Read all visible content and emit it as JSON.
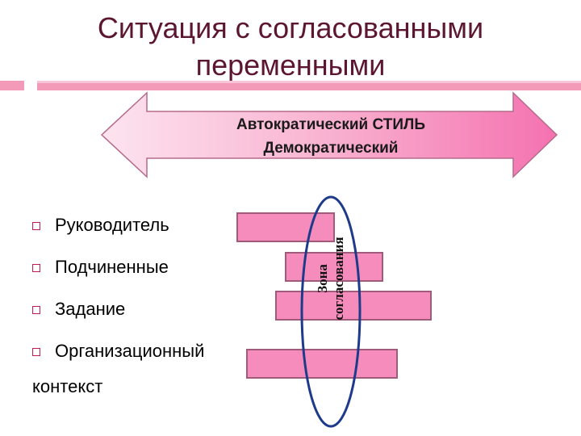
{
  "title": {
    "line1": "Ситуация с согласованными",
    "line2": "переменными"
  },
  "arrow": {
    "line1": "Автократический   СТИЛЬ",
    "line2": "Демократический"
  },
  "bullets": [
    {
      "label": "Руководитель"
    },
    {
      "label": "Подчиненные"
    },
    {
      "label": "Задание"
    },
    {
      "label": "Организационный"
    }
  ],
  "bullet_continuation": "контекст",
  "zone": {
    "line1": "Зона",
    "line2": "согласования"
  },
  "colors": {
    "title": "#5c1630",
    "accent_rule": "#f39ab9",
    "bar_fill": "#f68cbb",
    "bar_border": "#a05a7a",
    "bullet_marker": "#c8185c",
    "zone_border": "#1e3a8a"
  }
}
